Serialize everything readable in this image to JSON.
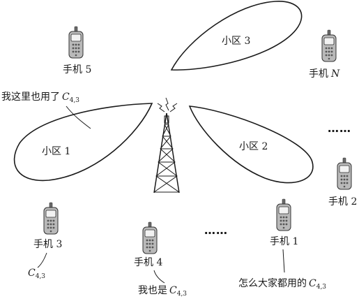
{
  "cells": {
    "cell1": "小区 1",
    "cell2": "小区 2",
    "cell3": "小区 3"
  },
  "phones": {
    "phone1": "手机 1",
    "phone2": "手机 2",
    "phone3": "手机 3",
    "phone4": "手机 4",
    "phone5": "手机 5",
    "phoneN_prefix": "手机",
    "phoneN_var": "N"
  },
  "annotations": {
    "also_used_prefix": "我这里也用了",
    "code_c": "C",
    "code_sub": "4,3",
    "me_too_prefix": "我也是",
    "why_all_prefix": "怎么大家都用的"
  },
  "ellipsis": "……",
  "icons": {
    "phone": "mobile-phone-icon",
    "tower": "cell-tower-icon",
    "signal": "lightning-signal-icon"
  }
}
